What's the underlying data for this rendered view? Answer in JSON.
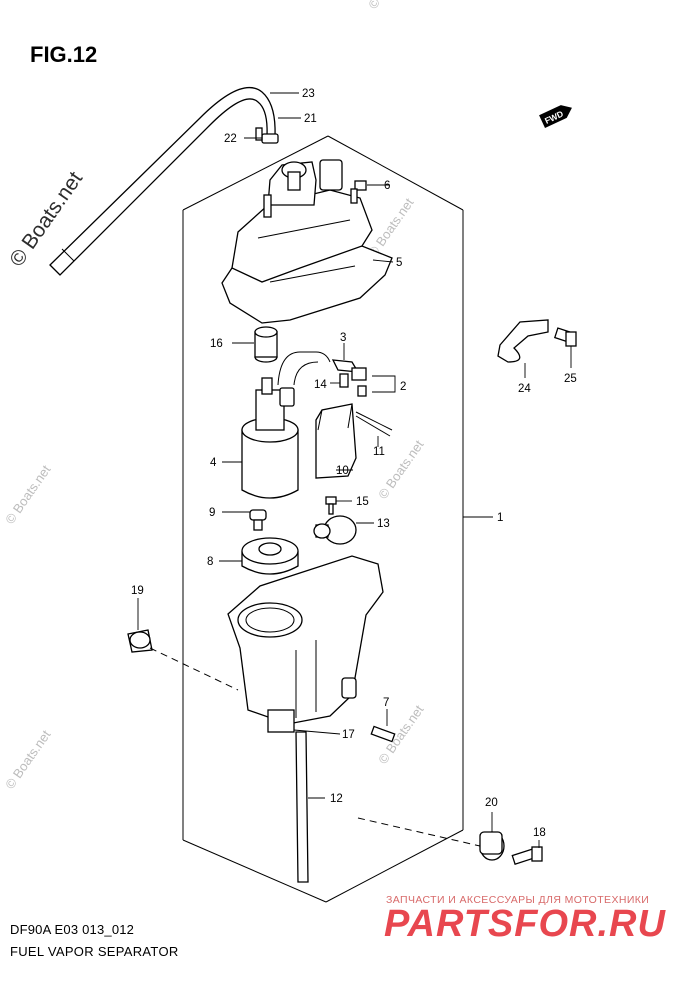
{
  "figure": {
    "title": "FIG.12",
    "code": "DF90A E03 013_012",
    "caption": "FUEL VAPOR SEPARATOR",
    "direction_tag": "FWD"
  },
  "watermarks": {
    "main": "© Boats.net",
    "repeat": "© Boats.net"
  },
  "branding": {
    "tagline": "ЗАПЧАСТИ И АКСЕССУАРЫ ДЛЯ МОТОТЕХНИКИ",
    "logo_text": "PARTSFOR.RU",
    "color": "#e8474f"
  },
  "callouts": [
    {
      "number": "1"
    },
    {
      "number": "2"
    },
    {
      "number": "3"
    },
    {
      "number": "4"
    },
    {
      "number": "5"
    },
    {
      "number": "6"
    },
    {
      "number": "7"
    },
    {
      "number": "8"
    },
    {
      "number": "9"
    },
    {
      "number": "10"
    },
    {
      "number": "11"
    },
    {
      "number": "12"
    },
    {
      "number": "13"
    },
    {
      "number": "14"
    },
    {
      "number": "15"
    },
    {
      "number": "16"
    },
    {
      "number": "17"
    },
    {
      "number": "18"
    },
    {
      "number": "19"
    },
    {
      "number": "20"
    },
    {
      "number": "21"
    },
    {
      "number": "22"
    },
    {
      "number": "23"
    },
    {
      "number": "24"
    },
    {
      "number": "25"
    }
  ]
}
